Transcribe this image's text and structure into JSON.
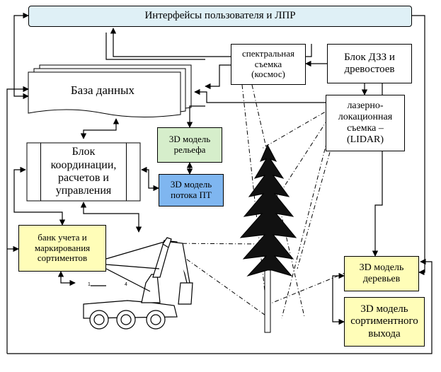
{
  "ui_block": "Интерфейсы пользователя и ЛПР",
  "database": "База данных",
  "spectral": "спектральная\nсъемка\n(космос)",
  "block_dzz": "Блок ДЗЗ  и\nдревостоев",
  "lidar": "лазерно-\nлокационная\nсъемка –\n(LIDAR)",
  "relief": "3D модель\nрельефа",
  "flow": "3D модель\nпотока ПТ",
  "coordination": "Блок\nкоординации,\nрасчетов и\nуправления",
  "bank": "банк учета и\nмаркирования\nсортиментов",
  "trees": "3D модель\nдеревьев",
  "assortment": "3D модель\nсортиментного\nвыхода",
  "colors": {
    "ui_fill": "#dff0f6",
    "green_fill": "#d6eecb",
    "blue_fill": "#7fb6f0",
    "yellow_fill": "#fffdb8"
  },
  "icons": [
    "spruce-tree-icon",
    "forest-harvester-icon"
  ]
}
